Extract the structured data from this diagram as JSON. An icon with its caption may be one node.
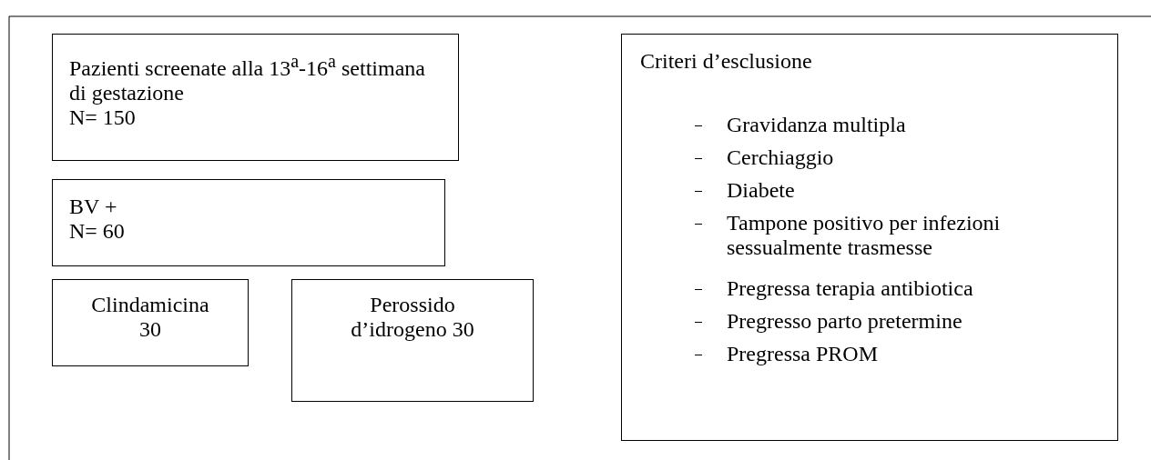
{
  "diagram": {
    "nodes": [
      {
        "text": [
          "Pazienti screenate alla 13$^{a}$-16$^{a}$ settimana di gestazione",
          "N= 150"
        ]
      },
      {
        "text": [
          "BV +",
          "N= 60"
        ]
      },
      {
        "text": [
          "Clindamicina 30"
        ]
      },
      {
        "text": [
          "Perossido d’idrogeno 30"
        ]
      },
      {
        "text": [
          "Criteri d’esclusione",
          "Gravidanza multipla",
          "Cerchiaggio",
          "Diabete",
          "Tampone positivo per infezioni sessualmente trasmesse",
          "Pregressa terapia antibiotica",
          "Pregresso parto pretermine",
          "Pregressa PROM"
        ]
      }
    ],
    "edges": []
  }
}
